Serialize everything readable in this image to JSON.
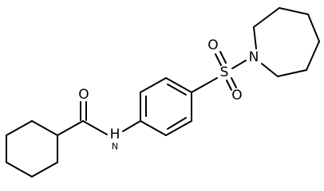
{
  "molecule": {
    "atom_labels": {
      "oxygen_carbonyl": "O",
      "amide_nitrogen": "H",
      "amide_nitrogen_letter": "N",
      "sulfur": "S",
      "sulfonyl_oxygen_top": "O",
      "sulfonyl_oxygen_bottom": "O",
      "azepane_nitrogen": "N"
    },
    "colors": {
      "bond": "#000000",
      "label": "#000000",
      "background": "#ffffff"
    }
  }
}
